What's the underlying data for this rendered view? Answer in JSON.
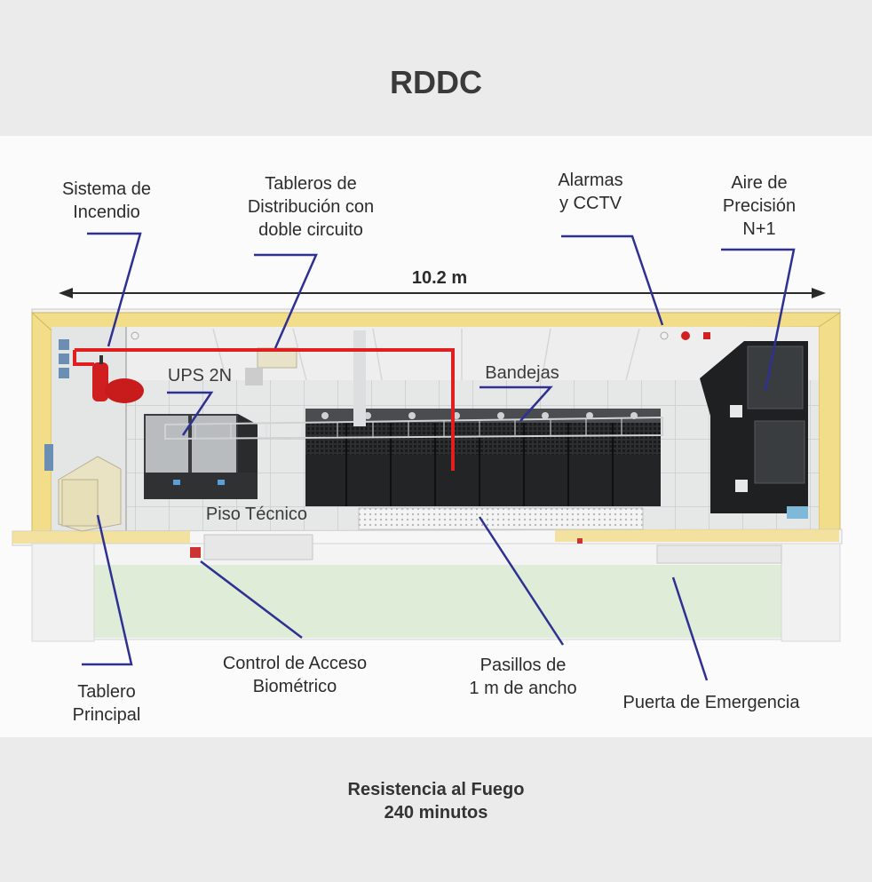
{
  "title": "RDDC",
  "dimension": "10.2 m",
  "labels": {
    "sistema_incendio": [
      "Sistema de",
      "Incendio"
    ],
    "tableros_distribucion": [
      "Tableros de",
      "Distribución con",
      "doble circuito"
    ],
    "alarmas": [
      "Alarmas",
      "y CCTV"
    ],
    "aire_precision": [
      "Aire de",
      "Precisión",
      "N+1"
    ],
    "ups": "UPS 2N",
    "bandejas": "Bandejas",
    "piso_tecnico": "Piso Técnico",
    "tablero_principal": [
      "Tablero",
      "Principal"
    ],
    "control_acceso": [
      "Control de Acceso",
      "Biométrico"
    ],
    "pasillos": [
      "Pasillos de",
      "1 m de ancho"
    ],
    "puerta_emergencia": "Puerta de Emergencia"
  },
  "footer": [
    "Resistencia al Fuego",
    "240 minutos"
  ],
  "colors": {
    "leader_line": "#2e3192",
    "pipe": "#e02020",
    "insulation": "#f2dd8a"
  }
}
